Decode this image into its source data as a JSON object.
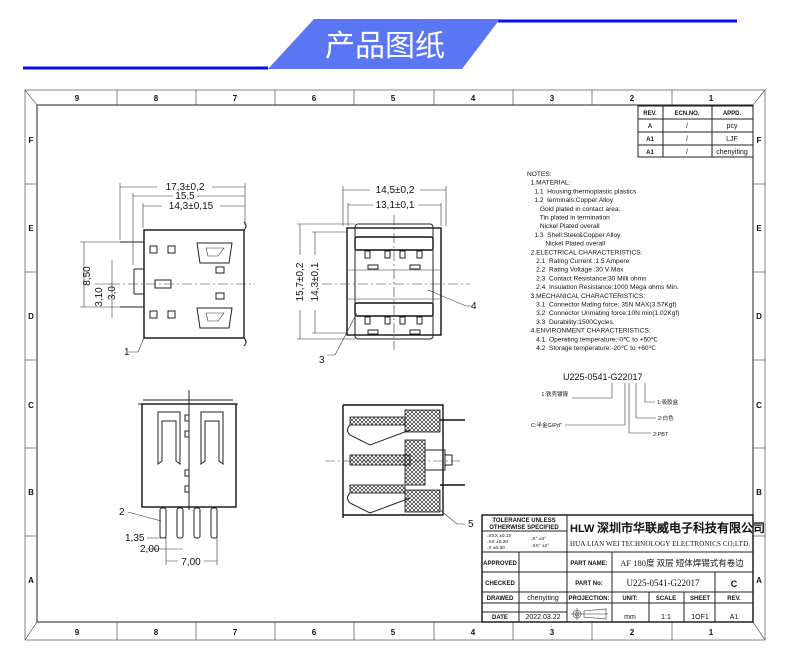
{
  "banner": {
    "title": "产品图纸",
    "colors": {
      "line": "#0010f0",
      "tab": "#5b76f5"
    }
  },
  "frame": {
    "columns": [
      "9",
      "8",
      "7",
      "6",
      "5",
      "4",
      "3",
      "2",
      "1"
    ],
    "rows": [
      "F",
      "E",
      "D",
      "C",
      "B",
      "A"
    ]
  },
  "revisions": {
    "headers": [
      "REV.",
      "ECN.NO.",
      "APPD."
    ],
    "rows": [
      [
        "A",
        "/",
        "pcy"
      ],
      [
        "A1",
        "/",
        "LJF"
      ],
      [
        "A1",
        "/",
        "chenyiting"
      ]
    ]
  },
  "dimensions": {
    "side": [
      "17,3±0,2",
      "15,5",
      "14,3±0,15",
      "8,50",
      "3,0",
      "3,10"
    ],
    "front": [
      "14,5±0,2",
      "13,1±0,1",
      "15,7±0,2",
      "14,3±0,1"
    ],
    "bottom": [
      "1,35",
      "2,00",
      "7,00"
    ]
  },
  "balloons": [
    "1",
    "2",
    "3",
    "4",
    "5"
  ],
  "notes": [
    "NOTES:",
    "  1.MATERIAL:",
    "    1.1  Housing:thermoplastic plastics",
    "    1.2  terminals:Copper Alloy",
    "       Gold plated in contact area:",
    "       Tin plated in termination",
    "       Nickel Plated overall",
    "    1.3  Shell:Steel&Copper Alloy",
    "          Nickel Plated overall",
    "  2.ELECTRICAL CHARACTERISTICS:",
    "     2.1  Rating Current :1.5 Ampere",
    "     2.2  Rating Voltage :30 V Max",
    "     2.3  Contact Resistance:30 Milli ohms",
    "     2.4  Insulation Resistance:1000 Mega ohms Min.",
    "  3.MECHANICAL CHARACTERISTICS:",
    "     3.1  Connector Mating force: 35N MAX(3.57Kgf)",
    "     3.2  Connector Unmating force:10N min(1.02Kgf)",
    "     3.3  Durability:1500Cycles.",
    "  4.ENVIRONMENT CHARACTERISTICS:",
    "     4.1  Operating temperature:-0℃ to +50℃",
    "     4.2  Storage temperature:-20℃ to +60℃"
  ],
  "part_code": {
    "code": "U225-0541-G22017",
    "labels": [
      "1:铁壳镀镍",
      "C:半金G/Pd\"",
      "2:PBT",
      "2:白色",
      "1:吸胶盒"
    ]
  },
  "title_block": {
    "tolerance_title": [
      "TOLERANCE UNLESS",
      "OTHERWISE SPECIFIED"
    ],
    "tolerances": [
      ".XXX ±0.10",
      ".XX  ±0.20",
      ".X   ±0.30",
      ".X°  ±3°",
      ".XX°  ±2°"
    ],
    "logo": "HLW",
    "company_cn": "深圳市华联威电子科技有限公司",
    "company_en": "HUA LIAN WEI TECHNOLOGY ELECTRONICS CO;LTD.",
    "approved_label": "APPROVED",
    "approved_value": "",
    "checked_label": "CHECKED",
    "checked_value": "",
    "drawed_label": "DRAWED",
    "drawed_value": "chenyiting",
    "date_label": "DATE",
    "date_value": "2022.03.22",
    "part_name_label": "PART NAME:",
    "part_name": "AF 180度 双层 短体焊锡式有卷边",
    "part_no_label": "PART No:",
    "part_no": "U225-0541-G22017",
    "part_rev": "C",
    "projection_label": "PROJECTION:",
    "unit_label": "UNIT:",
    "unit": "mm",
    "scale_label": "SCALE",
    "scale": "1:1",
    "sheet_label": "SHEET",
    "sheet": "1OF1",
    "rev_label": "REV.",
    "rev": "A1"
  }
}
